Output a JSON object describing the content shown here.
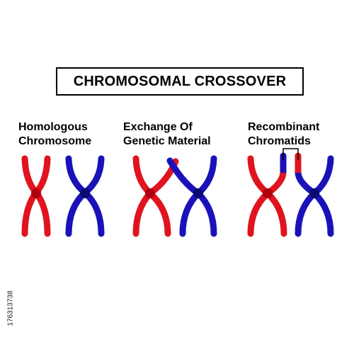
{
  "title": "CHROMOSOMAL CROSSOVER",
  "sections": [
    {
      "line1": "Homologous",
      "line2": "Chromosome"
    },
    {
      "line1": "Exchange Of",
      "line2": "Genetic Material"
    },
    {
      "line1": "Recombinant",
      "line2": "Chromatids"
    }
  ],
  "stock_id": "176313738",
  "colors": {
    "maternal": "#e0141e",
    "paternal": "#1a12b8",
    "centromere_red": "#b00010",
    "centromere_blue": "#0a0a70"
  }
}
